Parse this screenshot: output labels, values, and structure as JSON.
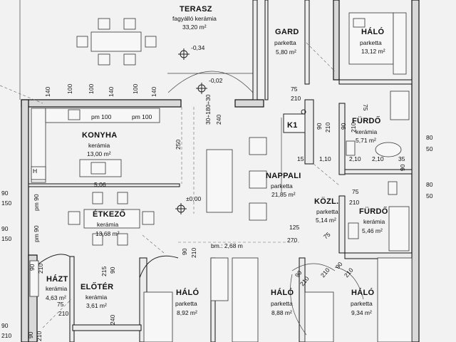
{
  "rooms": [
    {
      "name": "TERASZ",
      "material": "fagyálló kerámia",
      "area": "33,20 m²"
    },
    {
      "name": "GARD",
      "material": "parketta",
      "area": "5,80 m²"
    },
    {
      "name": "HÁLÓ",
      "material": "parketta",
      "area": "13,12 m²"
    },
    {
      "name": "KONYHA",
      "material": "kerámia",
      "area": "13,00 m²"
    },
    {
      "name": "FÜRDŐ",
      "material": "kerámia",
      "area": "5,71 m²"
    },
    {
      "name": "NAPPALI",
      "material": "parketta",
      "area": "21,85 m²"
    },
    {
      "name": "KÖZL.",
      "material": "parketta",
      "area": "5,14 m²"
    },
    {
      "name": "FÜRDŐ",
      "material": "kerámia",
      "area": "5,46 m²"
    },
    {
      "name": "ÉTKEZŐ",
      "material": "kerámia",
      "area": "13,68 m²"
    },
    {
      "name": "HÁZT",
      "material": "kerámia",
      "area": "4,63 m²"
    },
    {
      "name": "ELŐTÉR",
      "material": "kerámia",
      "area": "3,61 m²"
    },
    {
      "name": "HÁLÓ",
      "material": "parketta",
      "area": "8,92 m²"
    },
    {
      "name": "HÁLÓ",
      "material": "parketta",
      "area": "8,88 m²"
    },
    {
      "name": "HÁLÓ",
      "material": "parketta",
      "area": "9,34 m²"
    }
  ],
  "levels": {
    "terrace": "-0,34",
    "step": "-0,02",
    "floor": "±0,00"
  },
  "labels": {
    "k1": "K1",
    "h_mark": "H",
    "height_note": "bm.: 2,68 m",
    "kitchen_dim": "5,06"
  },
  "dims": {
    "top_openings": [
      "100",
      "140",
      "100",
      "140",
      "100",
      "140"
    ],
    "pm_left": "pm 100",
    "pm_right": "pm 100",
    "door_living": "30÷180÷30",
    "h240": "240",
    "h250": "250",
    "h75": "75",
    "h210": "210",
    "k_90": "90",
    "k_210": "210",
    "bath1_90": "90",
    "bath1_210": "210",
    "bath1_75": "75",
    "d_15": "15",
    "d_110": "1,10",
    "d_210b": "2,10",
    "d_35": "35",
    "d_210c": "2,10",
    "bath2_75": "75",
    "bath2_210": "210",
    "bath2_90": "90",
    "left_90": "90",
    "left_150": "150",
    "pm_90a": "pm 90",
    "left_90b": "90",
    "left_150b": "150",
    "pm_90b": "pm 90",
    "left_90c": "90",
    "left_210": "210",
    "left_90d": "90",
    "left_210b": "210",
    "hazt_90": "90",
    "hazt_210": "210",
    "elo_215": "215",
    "elo_90": "90",
    "elo_240": "240",
    "elo_210": "210",
    "elo_75": "75",
    "kozl_125": "125",
    "kozl_270": "270",
    "kozl_75": "75",
    "halo_90a": "90",
    "halo_210a": "210",
    "halo_90b": "90",
    "halo_210b": "210",
    "halo_210c": "210",
    "halo_90c": "90",
    "halo_210d": "210",
    "right_80a": "80",
    "right_50a": "50",
    "right_80b": "80",
    "right_50b": "50"
  }
}
